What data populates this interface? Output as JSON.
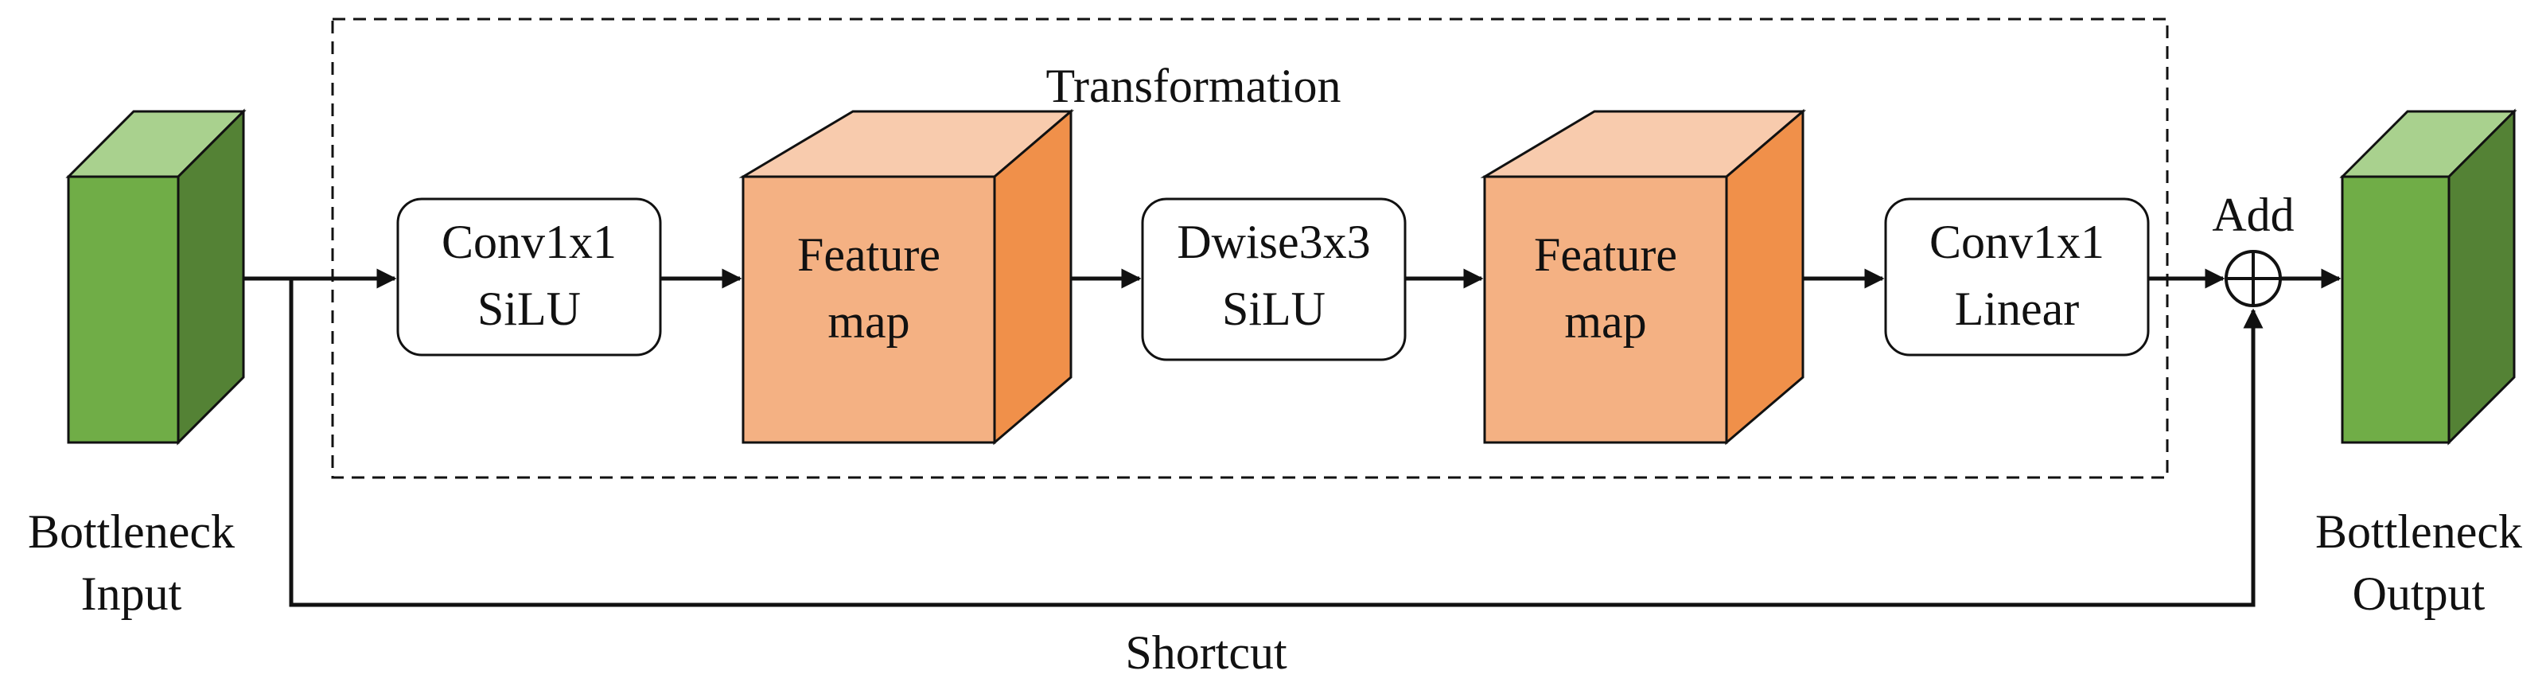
{
  "diagram": {
    "transformation_label": "Transformation",
    "input": {
      "line1": "Bottleneck",
      "line2": "Input"
    },
    "output": {
      "line1": "Bottleneck",
      "line2": "Output"
    },
    "conv1": {
      "line1": "Conv1x1",
      "line2": "SiLU"
    },
    "dwise": {
      "line1": "Dwise3x3",
      "line2": "SiLU"
    },
    "conv2": {
      "line1": "Conv1x1",
      "line2": "Linear"
    },
    "feature_map_1": {
      "line1": "Feature",
      "line2": "map"
    },
    "feature_map_2": {
      "line1": "Feature",
      "line2": "map"
    },
    "add_label": "Add",
    "shortcut_label": "Shortcut"
  },
  "colors": {
    "green_front": "#70ad47",
    "green_top": "#a9d18e",
    "green_side": "#548235",
    "orange_front": "#f4b183",
    "orange_top": "#f8cbad",
    "orange_side": "#f0904a",
    "stroke": "#111111"
  }
}
